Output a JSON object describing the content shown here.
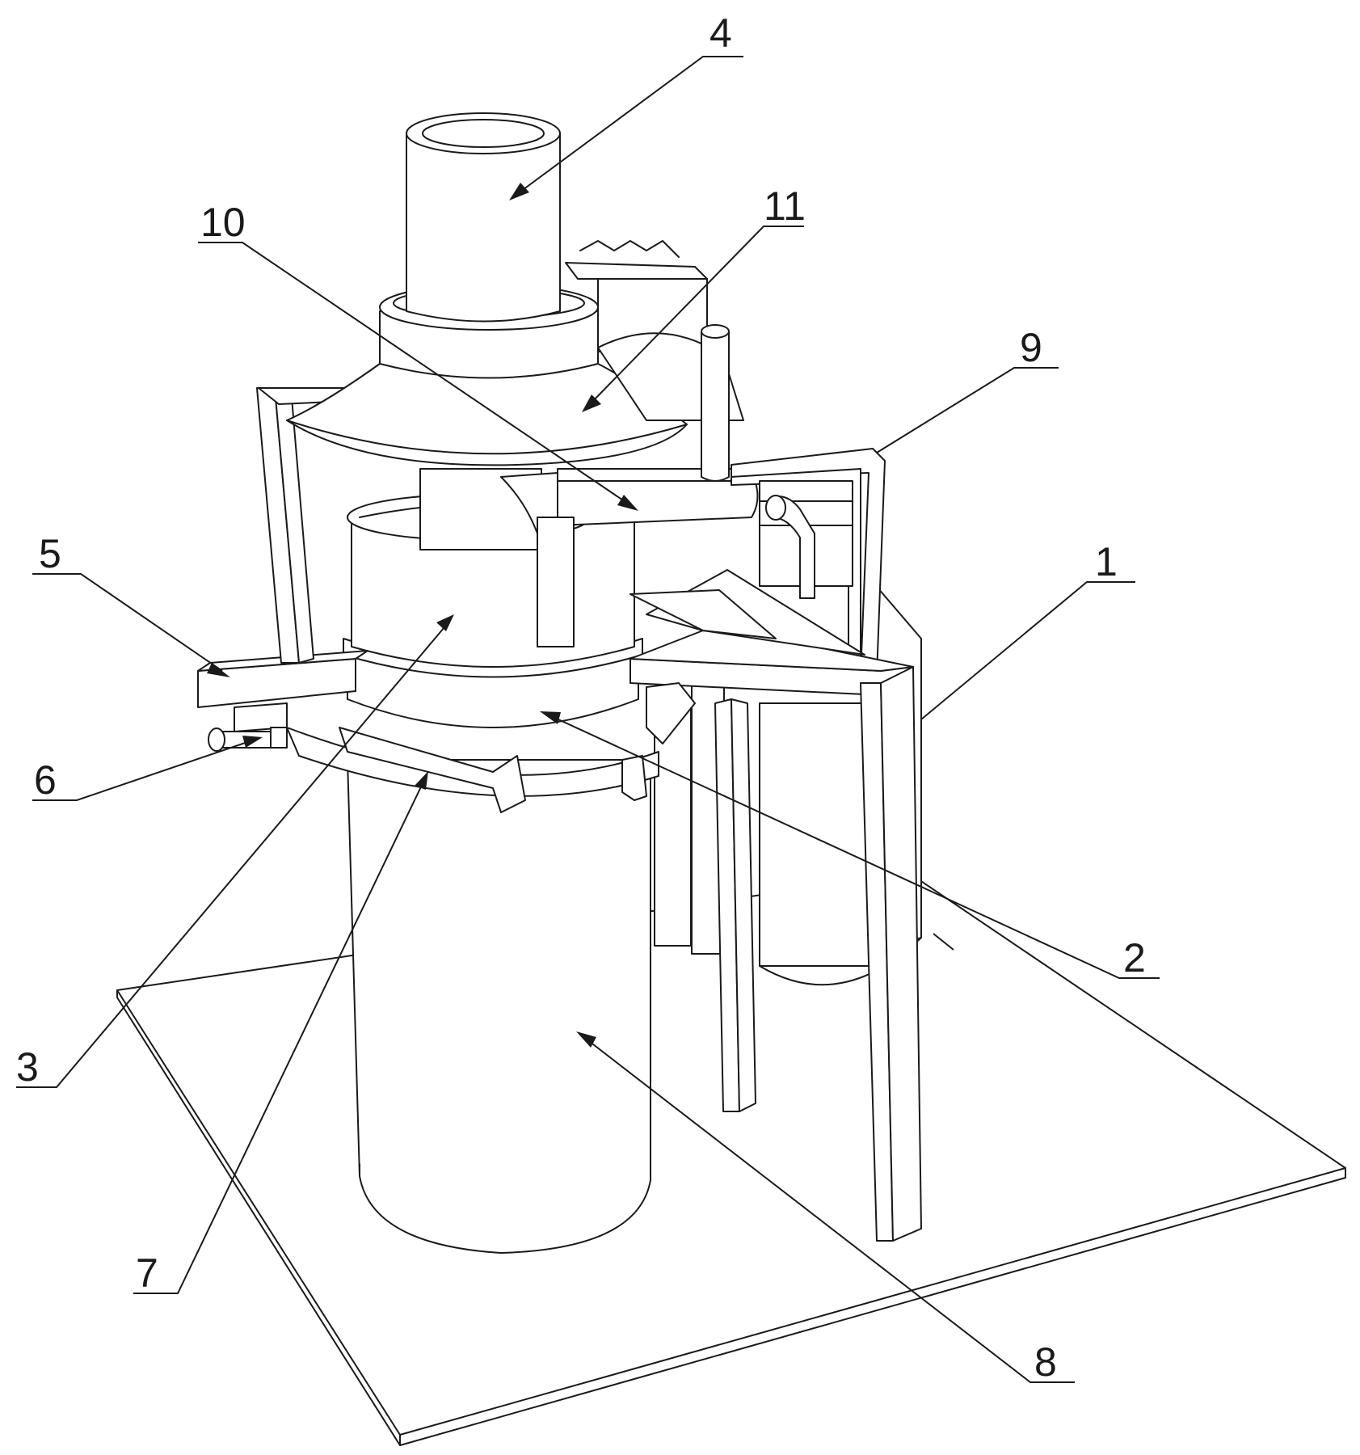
{
  "figure": {
    "description_free": true,
    "labels": {
      "l1": "1",
      "l2": "2",
      "l3": "3",
      "l4": "4",
      "l5": "5",
      "l6": "6",
      "l7": "7",
      "l8": "8",
      "l9": "9",
      "l10": "10",
      "l11": "11"
    }
  }
}
